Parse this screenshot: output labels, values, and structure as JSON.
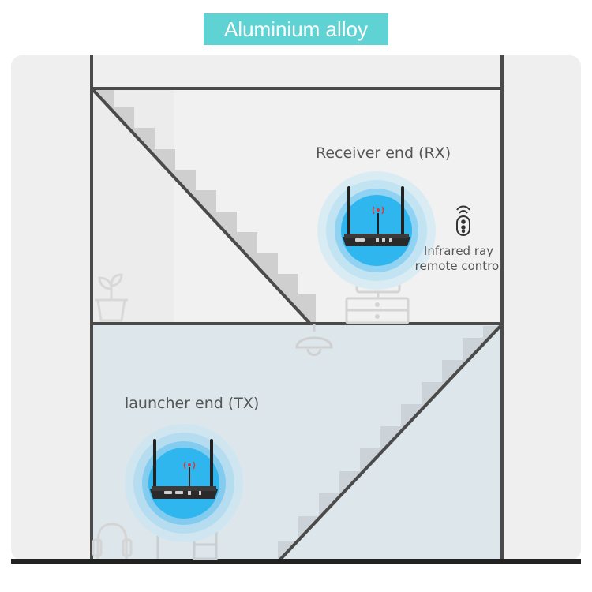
{
  "header": {
    "title": "Aluminium alloy"
  },
  "scene": {
    "receiver": {
      "label": "Receiver end (RX)"
    },
    "transmitter": {
      "label": "launcher end (TX)"
    },
    "remote": {
      "line1": "Infrared ray",
      "line2": "remote control"
    }
  },
  "colors": {
    "accent": "#5fd3d3",
    "building_line": "#4a4a4a",
    "upper_room": "#ececec",
    "lower_room": "#dde6ea",
    "signal_blue": "#2fb6ef"
  }
}
